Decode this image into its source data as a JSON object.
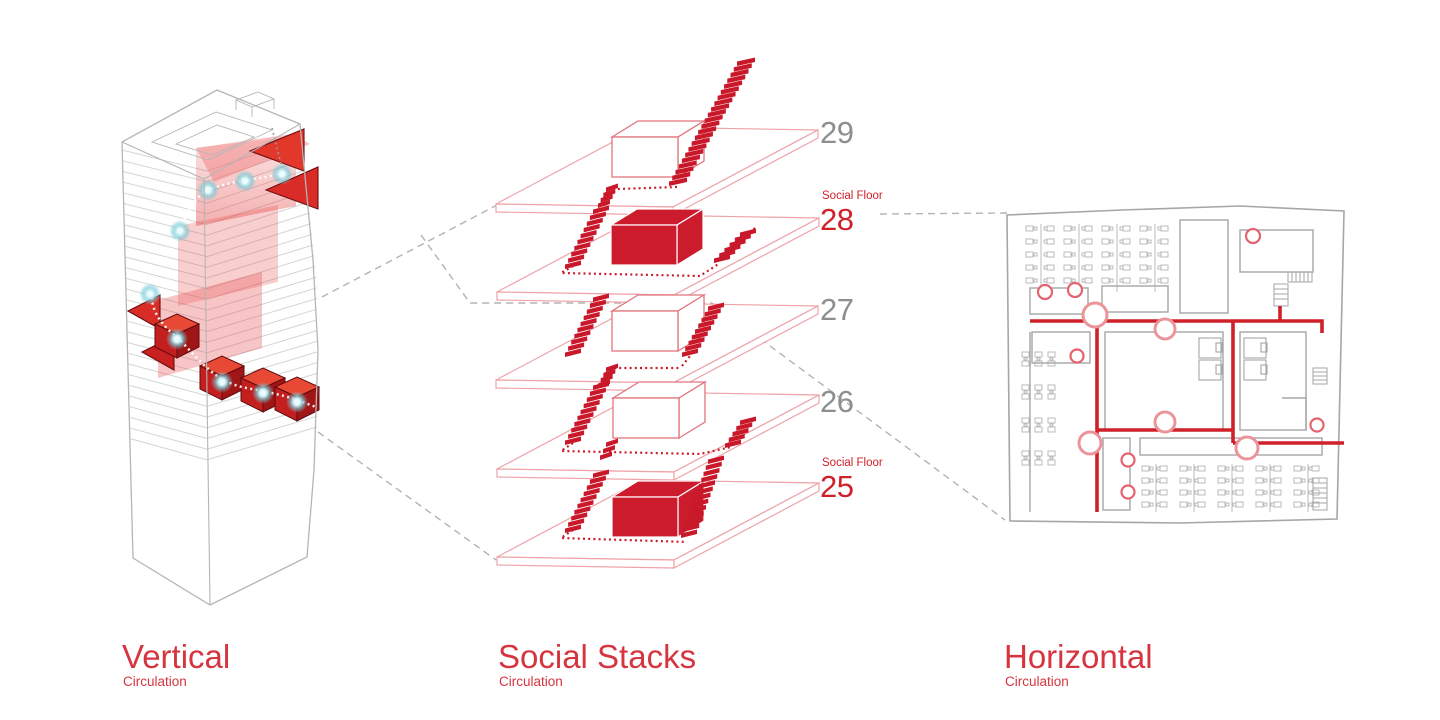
{
  "colors": {
    "red": "#cb1b2c",
    "bright_red": "#d0202a",
    "title_red": "#d63540",
    "light_red_stroke": "#eda3a8",
    "gray_label": "#8e8e90",
    "plan_gray": "#a6a6a6",
    "glow_cyan": "#8fd4dc"
  },
  "titles": {
    "vertical": {
      "title": "Vertical",
      "subtitle": "Circulation"
    },
    "social": {
      "title": "Social Stacks",
      "subtitle": "Circulation"
    },
    "horizontal": {
      "title": "Horizontal",
      "subtitle": "Circulation"
    }
  },
  "stack": {
    "floors": [
      {
        "number": "29",
        "type": "regular"
      },
      {
        "number": "28",
        "type": "social",
        "tag": "Social Floor"
      },
      {
        "number": "27",
        "type": "regular"
      },
      {
        "number": "26",
        "type": "regular"
      },
      {
        "number": "25",
        "type": "social",
        "tag": "Social Floor"
      }
    ]
  }
}
